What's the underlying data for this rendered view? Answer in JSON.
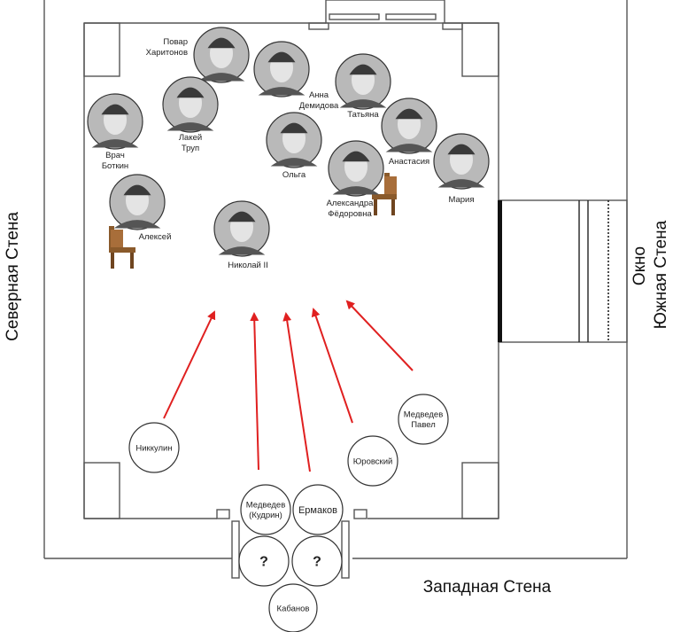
{
  "walls": {
    "north": "Северная Стена",
    "west": "Западная Стена",
    "south": "Южная Стена",
    "window": "Окно"
  },
  "victims": [
    {
      "id": "povar",
      "lines": [
        "Повар",
        "Харитонов"
      ]
    },
    {
      "id": "demidova",
      "lines": [
        "Анна",
        "Демидова"
      ]
    },
    {
      "id": "tatyana",
      "lines": [
        "Татьяна"
      ]
    },
    {
      "id": "trup",
      "lines": [
        "Лакей",
        "Труп"
      ]
    },
    {
      "id": "botkin",
      "lines": [
        "Врач",
        "Боткин"
      ]
    },
    {
      "id": "olga",
      "lines": [
        "Ольга"
      ]
    },
    {
      "id": "anastasia",
      "lines": [
        "Анастасия"
      ]
    },
    {
      "id": "alexandra",
      "lines": [
        "Александра",
        "Фёдоровна"
      ]
    },
    {
      "id": "maria",
      "lines": [
        "Мария"
      ]
    },
    {
      "id": "alexei",
      "lines": [
        "Алексей"
      ]
    },
    {
      "id": "nikolai",
      "lines": [
        "Николай II"
      ]
    }
  ],
  "executioners": [
    {
      "id": "nikkulin",
      "lines": [
        "Никкулин"
      ]
    },
    {
      "id": "kudrin",
      "lines": [
        "Медведев",
        "(Кудрин)"
      ]
    },
    {
      "id": "ermakov",
      "lines": [
        "Ермаков"
      ]
    },
    {
      "id": "yurovsky",
      "lines": [
        "Юровский"
      ]
    },
    {
      "id": "pavel",
      "lines": [
        "Медведев",
        "Павел"
      ]
    },
    {
      "id": "unknown1",
      "lines": [
        "?"
      ]
    },
    {
      "id": "unknown2",
      "lines": [
        "?"
      ]
    },
    {
      "id": "kabanov",
      "lines": [
        "Кабанов"
      ]
    }
  ]
}
